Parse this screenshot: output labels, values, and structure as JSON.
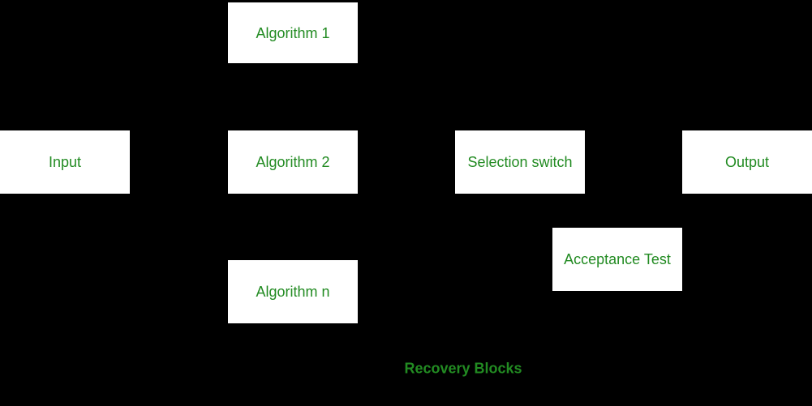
{
  "diagram": {
    "caption": "Recovery Blocks",
    "colors": {
      "background": "#000000",
      "box_fill": "#ffffff",
      "text_green": "#228B22"
    },
    "blocks": {
      "input": "Input",
      "algorithm_1": "Algorithm 1",
      "algorithm_2": "Algorithm 2",
      "algorithm_n": "Algorithm n",
      "selection_switch": "Selection switch",
      "output": "Output",
      "acceptance_test": "Acceptance Test"
    }
  }
}
